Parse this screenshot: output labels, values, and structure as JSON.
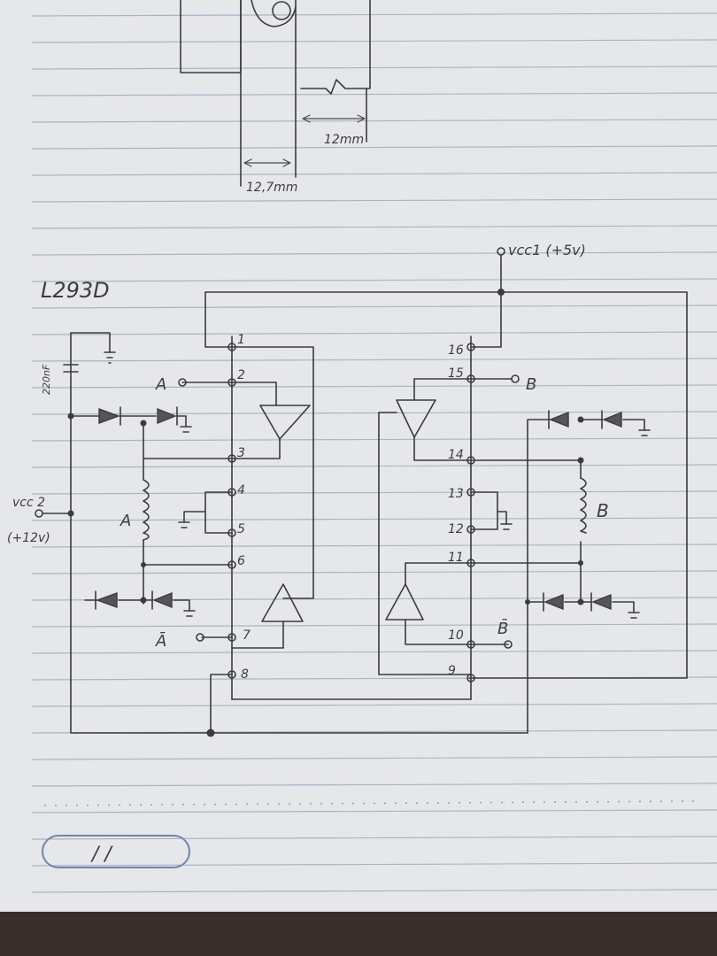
{
  "top_sketch": {
    "dim_a": "12mm",
    "dim_b": "12,7mm"
  },
  "chip_title": "L293D",
  "supply": {
    "vcc1": "vcc1 (+5v)",
    "vcc2": "vcc 2",
    "vcc2_volt": "(+12v)",
    "capacitor": "220nF"
  },
  "inputs": {
    "a": "A",
    "a_bar": "Ā",
    "b": "B",
    "b_bar": "B̄"
  },
  "coils": {
    "a": "A",
    "b": "B"
  },
  "pins": [
    "1",
    "2",
    "3",
    "4",
    "5",
    "6",
    "7",
    "8",
    "9",
    "10",
    "11",
    "12",
    "13",
    "14",
    "15",
    "16"
  ],
  "date_label": "/ /",
  "colors": {
    "paper": "#e9eaee",
    "rule": "#a7b3c9",
    "pencil": "#3b3a40",
    "margin": "#c7ccd6"
  }
}
